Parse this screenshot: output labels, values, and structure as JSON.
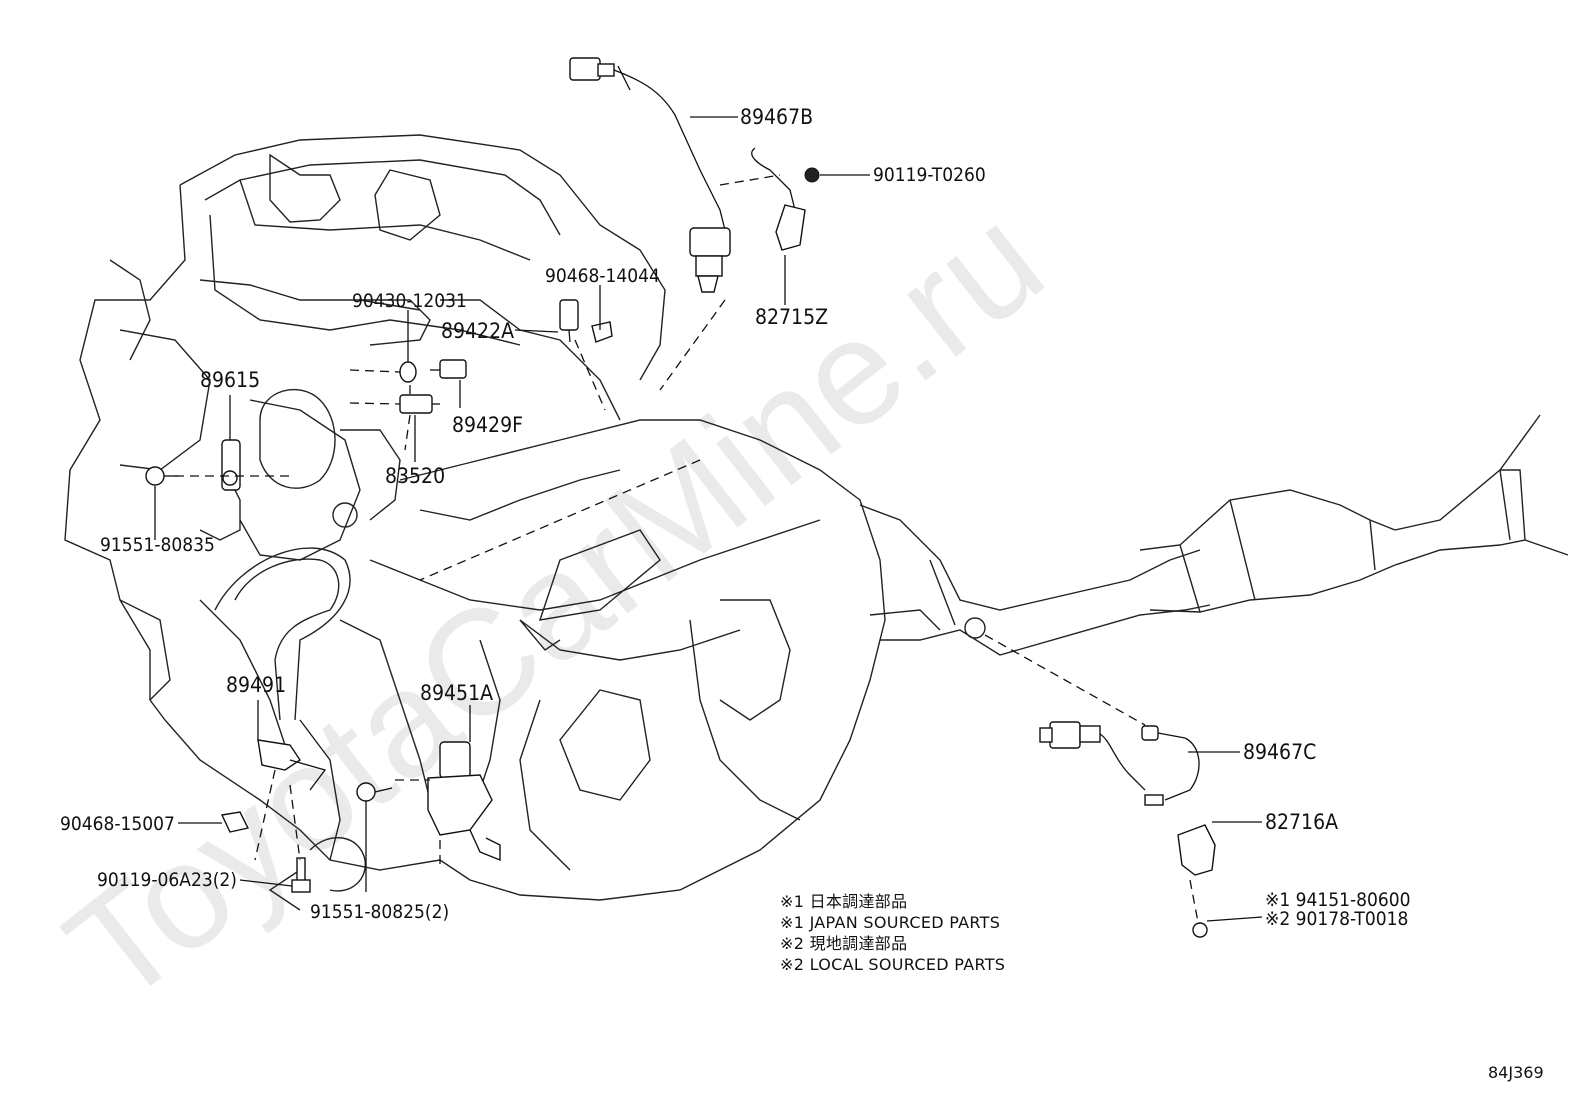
{
  "watermark": "ToyotaCarMine.ru",
  "reference_code": "84J369",
  "labels": {
    "p89467B": "89467B",
    "p90119T0260": "90119-T0260",
    "p82715Z": "82715Z",
    "p9046814044": "90468-14044",
    "p9043012031": "90430-12031",
    "p89422A": "89422A",
    "p89615": "89615",
    "p89429F": "89429F",
    "p83520": "83520",
    "p9155180835": "91551-80835",
    "p89491": "89491",
    "p89451A": "89451A",
    "p9046815007": "90468-15007",
    "p9011906A23": "90119-06A23(2)",
    "p9155180825": "91551-80825(2)",
    "p89467C": "89467C",
    "p82716A": "82716A",
    "p9415180600": "※1 94151-80600",
    "p90178T0018": "※2 90178-T0018"
  },
  "notes": [
    "※1 日本調達部品",
    "※1 JAPAN SOURCED PARTS",
    "※2 現地調達部品",
    "※2 LOCAL SOURCED PARTS"
  ]
}
